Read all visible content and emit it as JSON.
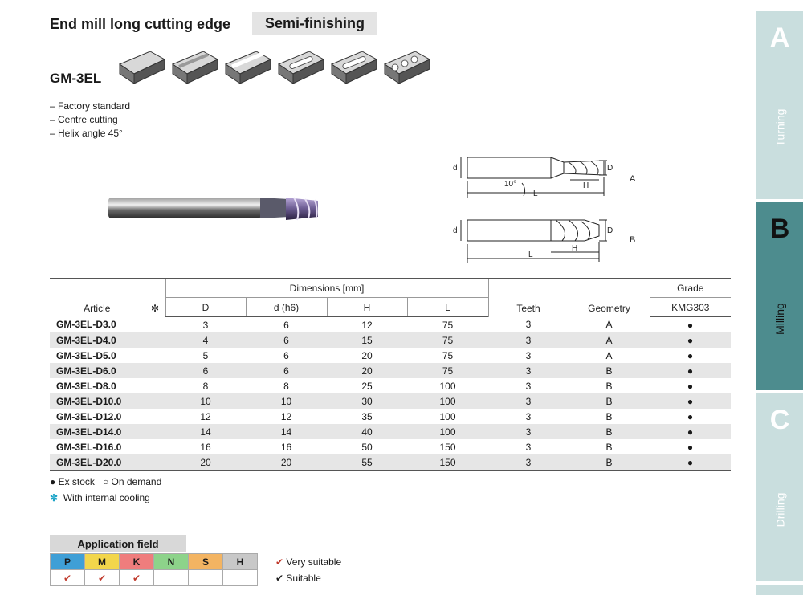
{
  "header": {
    "title": "End mill long cutting edge",
    "badge": "Semi-finishing"
  },
  "model": "GM-3EL",
  "features": [
    "– Factory standard",
    "– Centre cutting",
    "– Helix angle 45°"
  ],
  "diagram": {
    "label_a": "A",
    "label_b": "B",
    "d": "d",
    "D": "D",
    "H": "H",
    "L": "L",
    "angle": "10°"
  },
  "table": {
    "group_dimensions": "Dimensions [mm]",
    "group_grade": "Grade",
    "col_article": "Article",
    "col_cooling_icon": "✼",
    "col_D": "D",
    "col_d": "d (h6)",
    "col_H": "H",
    "col_L": "L",
    "col_teeth": "Teeth",
    "col_geometry": "Geometry",
    "col_grade": "KMG303",
    "rows": [
      {
        "article": "GM-3EL-D3.0",
        "D": "3",
        "d": "6",
        "H": "12",
        "L": "75",
        "teeth": "3",
        "geometry": "A",
        "grade": "●"
      },
      {
        "article": "GM-3EL-D4.0",
        "D": "4",
        "d": "6",
        "H": "15",
        "L": "75",
        "teeth": "3",
        "geometry": "A",
        "grade": "●"
      },
      {
        "article": "GM-3EL-D5.0",
        "D": "5",
        "d": "6",
        "H": "20",
        "L": "75",
        "teeth": "3",
        "geometry": "A",
        "grade": "●"
      },
      {
        "article": "GM-3EL-D6.0",
        "D": "6",
        "d": "6",
        "H": "20",
        "L": "75",
        "teeth": "3",
        "geometry": "B",
        "grade": "●"
      },
      {
        "article": "GM-3EL-D8.0",
        "D": "8",
        "d": "8",
        "H": "25",
        "L": "100",
        "teeth": "3",
        "geometry": "B",
        "grade": "●"
      },
      {
        "article": "GM-3EL-D10.0",
        "D": "10",
        "d": "10",
        "H": "30",
        "L": "100",
        "teeth": "3",
        "geometry": "B",
        "grade": "●"
      },
      {
        "article": "GM-3EL-D12.0",
        "D": "12",
        "d": "12",
        "H": "35",
        "L": "100",
        "teeth": "3",
        "geometry": "B",
        "grade": "●"
      },
      {
        "article": "GM-3EL-D14.0",
        "D": "14",
        "d": "14",
        "H": "40",
        "L": "100",
        "teeth": "3",
        "geometry": "B",
        "grade": "●"
      },
      {
        "article": "GM-3EL-D16.0",
        "D": "16",
        "d": "16",
        "H": "50",
        "L": "150",
        "teeth": "3",
        "geometry": "B",
        "grade": "●"
      },
      {
        "article": "GM-3EL-D20.0",
        "D": "20",
        "d": "20",
        "H": "55",
        "L": "150",
        "teeth": "3",
        "geometry": "B",
        "grade": "●"
      }
    ]
  },
  "legend": {
    "stock": "● Ex stock",
    "demand": "○ On demand",
    "cooling_icon": "✼",
    "cooling": "With internal cooling"
  },
  "application": {
    "title": "Application field",
    "materials": [
      {
        "code": "P",
        "color": "#3f9fd6",
        "mark": "✔"
      },
      {
        "code": "M",
        "color": "#f2d64b",
        "mark": "✔"
      },
      {
        "code": "K",
        "color": "#ef7d7d",
        "mark": "✔"
      },
      {
        "code": "N",
        "color": "#8dd38a",
        "mark": ""
      },
      {
        "code": "S",
        "color": "#f3b462",
        "mark": ""
      },
      {
        "code": "H",
        "color": "#c8c8c8",
        "mark": ""
      }
    ],
    "very_suitable": "Very suitable",
    "suitable": "Suitable"
  },
  "tabs": [
    {
      "letter": "A",
      "label": "Turning"
    },
    {
      "letter": "B",
      "label": "Milling"
    },
    {
      "letter": "C",
      "label": "Drilling"
    }
  ]
}
